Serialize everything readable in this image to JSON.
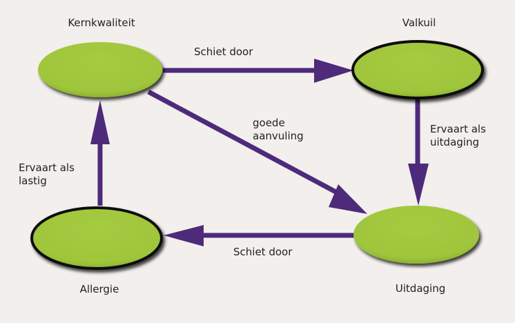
{
  "colors": {
    "background": "#f2efed",
    "node_fill": "#a2c83e",
    "node_highlight": "#c4e06a",
    "node_border": "#111111",
    "arrow": "#4e2a7a",
    "text": "#222222"
  },
  "nodes": [
    {
      "id": "kernkwaliteit",
      "label": "Kernkwaliteit",
      "label_position": "above",
      "bordered": false
    },
    {
      "id": "valkuil",
      "label": "Valkuil",
      "label_position": "above",
      "bordered": true
    },
    {
      "id": "allergie",
      "label": "Allergie",
      "label_position": "below",
      "bordered": true
    },
    {
      "id": "uitdaging",
      "label": "Uitdaging",
      "label_position": "below",
      "bordered": false
    }
  ],
  "edges": [
    {
      "from": "kernkwaliteit",
      "to": "valkuil",
      "label": "Schiet door"
    },
    {
      "from": "valkuil",
      "to": "uitdaging",
      "label": "Ervaart als\nuitdaging"
    },
    {
      "from": "kernkwaliteit",
      "to": "uitdaging",
      "label": "goede\naanvuling"
    },
    {
      "from": "uitdaging",
      "to": "allergie",
      "label": "Schiet door"
    },
    {
      "from": "allergie",
      "to": "kernkwaliteit",
      "label": "Ervaart als\nlastig"
    }
  ]
}
